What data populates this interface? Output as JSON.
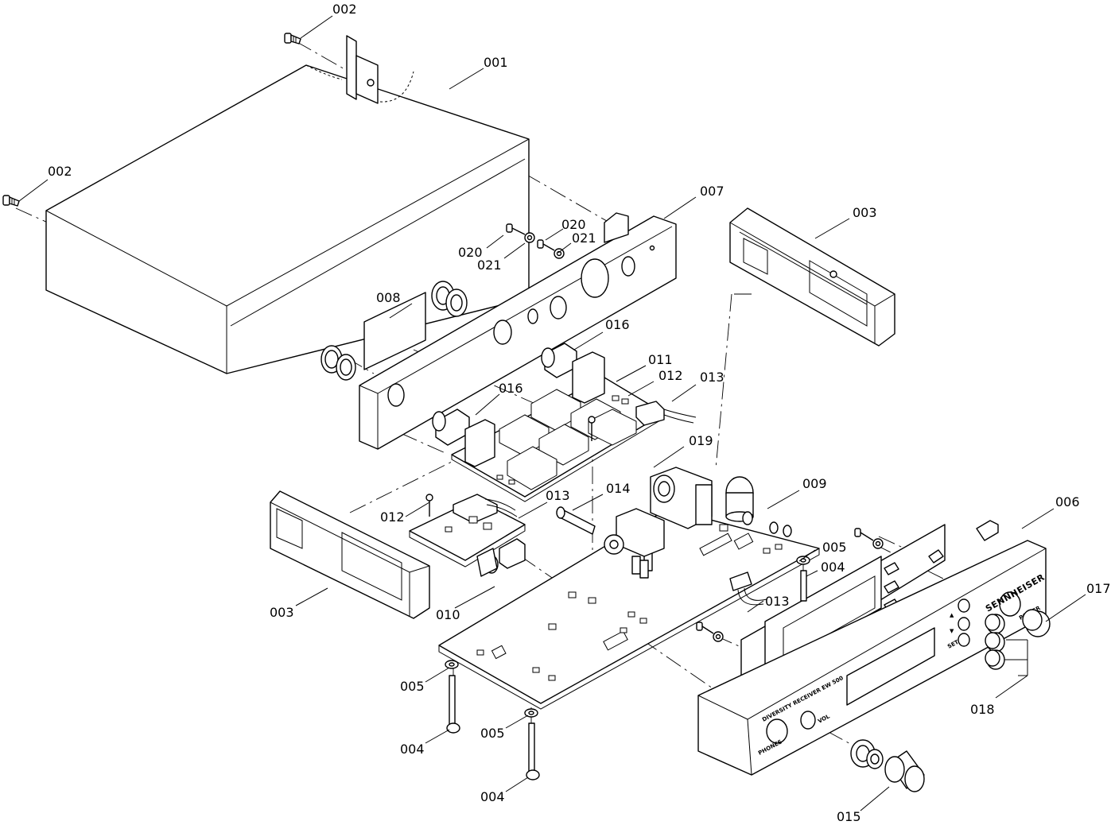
{
  "diagram": {
    "callouts": [
      {
        "id": "c-002-top",
        "text": "002"
      },
      {
        "id": "c-001",
        "text": "001"
      },
      {
        "id": "c-002-left",
        "text": "002"
      },
      {
        "id": "c-007",
        "text": "007"
      },
      {
        "id": "c-003-top",
        "text": "003"
      },
      {
        "id": "c-020-a",
        "text": "020"
      },
      {
        "id": "c-021-a",
        "text": "021"
      },
      {
        "id": "c-020-b",
        "text": "020"
      },
      {
        "id": "c-021-b",
        "text": "021"
      },
      {
        "id": "c-008",
        "text": "008"
      },
      {
        "id": "c-016-a",
        "text": "016"
      },
      {
        "id": "c-011",
        "text": "011"
      },
      {
        "id": "c-012-a",
        "text": "012"
      },
      {
        "id": "c-013-a",
        "text": "013"
      },
      {
        "id": "c-016-b",
        "text": "016"
      },
      {
        "id": "c-019",
        "text": "019"
      },
      {
        "id": "c-009",
        "text": "009"
      },
      {
        "id": "c-006",
        "text": "006"
      },
      {
        "id": "c-014",
        "text": "014"
      },
      {
        "id": "c-013-b",
        "text": "013"
      },
      {
        "id": "c-012-b",
        "text": "012"
      },
      {
        "id": "c-005-a",
        "text": "005"
      },
      {
        "id": "c-004-a",
        "text": "004"
      },
      {
        "id": "c-017",
        "text": "017"
      },
      {
        "id": "c-003-bottom",
        "text": "003"
      },
      {
        "id": "c-010",
        "text": "010"
      },
      {
        "id": "c-013-c",
        "text": "013"
      },
      {
        "id": "c-018",
        "text": "018"
      },
      {
        "id": "c-005-b",
        "text": "005"
      },
      {
        "id": "c-004-b",
        "text": "004"
      },
      {
        "id": "c-005-c",
        "text": "005"
      },
      {
        "id": "c-004-c",
        "text": "004"
      },
      {
        "id": "c-015",
        "text": "015"
      }
    ],
    "front_panel": {
      "brand": "SENNHEISER",
      "model": "DIVERSITY RECEIVER EW 500",
      "power_label": "POWER",
      "set_label": "SET",
      "vol_label": "VOL",
      "phones_label": "PHONES",
      "up_arrow": "▲",
      "down_arrow": "▼"
    }
  }
}
